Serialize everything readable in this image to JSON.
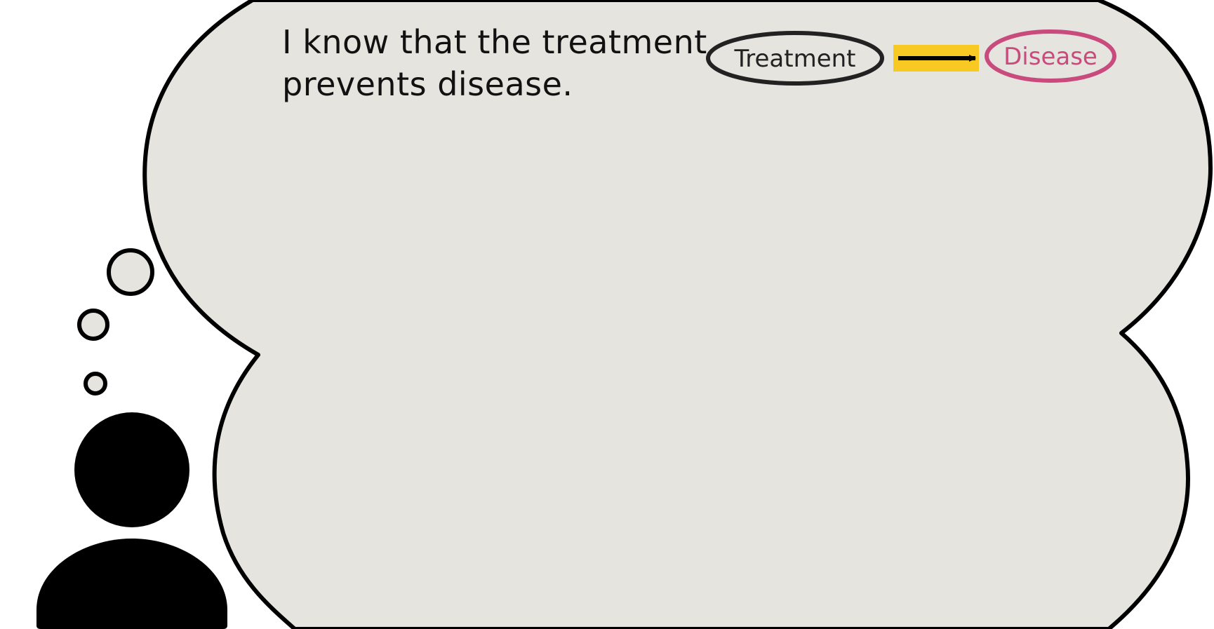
{
  "thought": {
    "line1": "I know that the treatment",
    "line2": "prevents disease."
  },
  "diagram": {
    "cause_label": "Treatment",
    "effect_label": "Disease",
    "arrow_direction": "cause-to-effect"
  },
  "colors": {
    "bubble_fill": "#e5e4df",
    "outline": "#000000",
    "treatment_outline": "#222222",
    "disease": "#c94b7d",
    "arrow_highlight": "#f8c923",
    "person": "#000000"
  }
}
